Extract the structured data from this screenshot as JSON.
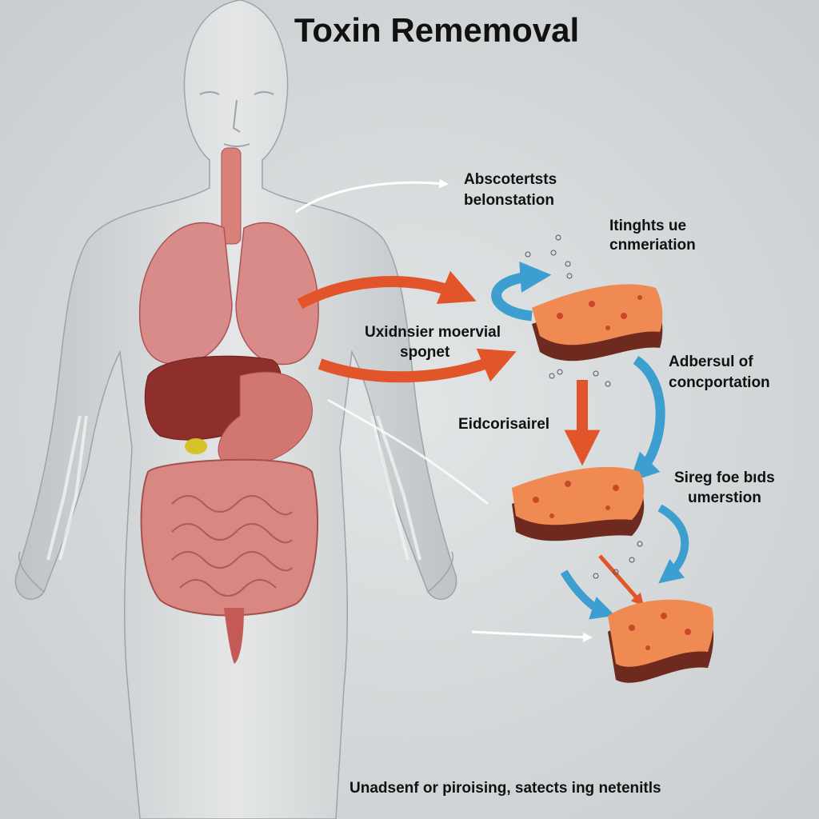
{
  "title": "Toxin Rememoval",
  "labels": {
    "absorb": [
      "Abscotertsts",
      "belonstation"
    ],
    "itinghts": [
      "Itinghts ue",
      "cnmeriation"
    ],
    "uxidnsier": [
      "Uxidnsier moervial",
      "spoɲet"
    ],
    "adbersul": [
      "Adbersul of",
      "concportation"
    ],
    "eidcor": "Eidcorisairel",
    "sireg": [
      "Sireg foe bıds",
      "umerstion"
    ]
  },
  "footer": "Unadsenf or piroising, satects ing netenitls",
  "colors": {
    "background": "#d4d8da",
    "orange_arrow": "#e2552a",
    "blue_arrow": "#3d9fd0",
    "sponge": "#ef8a52",
    "sponge_base": "#6e2a1e",
    "organ": "#c9605f"
  }
}
